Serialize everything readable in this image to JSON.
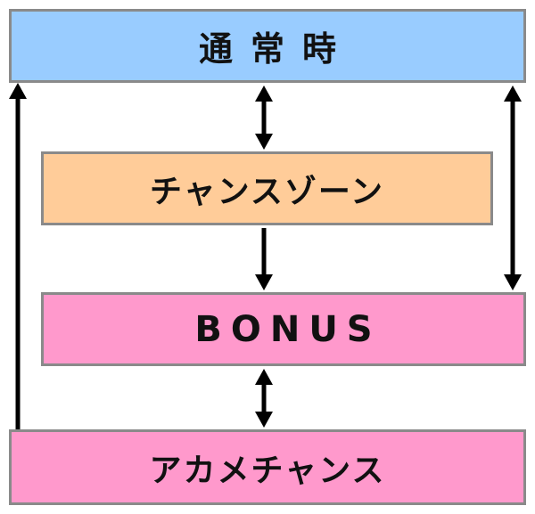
{
  "boxes": {
    "normal": {
      "label": "通常時",
      "color": "#99ccff"
    },
    "chance_zone": {
      "label": "チャンスゾーン",
      "color": "#ffcc99"
    },
    "bonus": {
      "label": "BONUS",
      "color": "#ff99cc"
    },
    "akame_chance": {
      "label": "アカメチャンス",
      "color": "#ff99cc"
    }
  },
  "arrow_color": "#000000"
}
